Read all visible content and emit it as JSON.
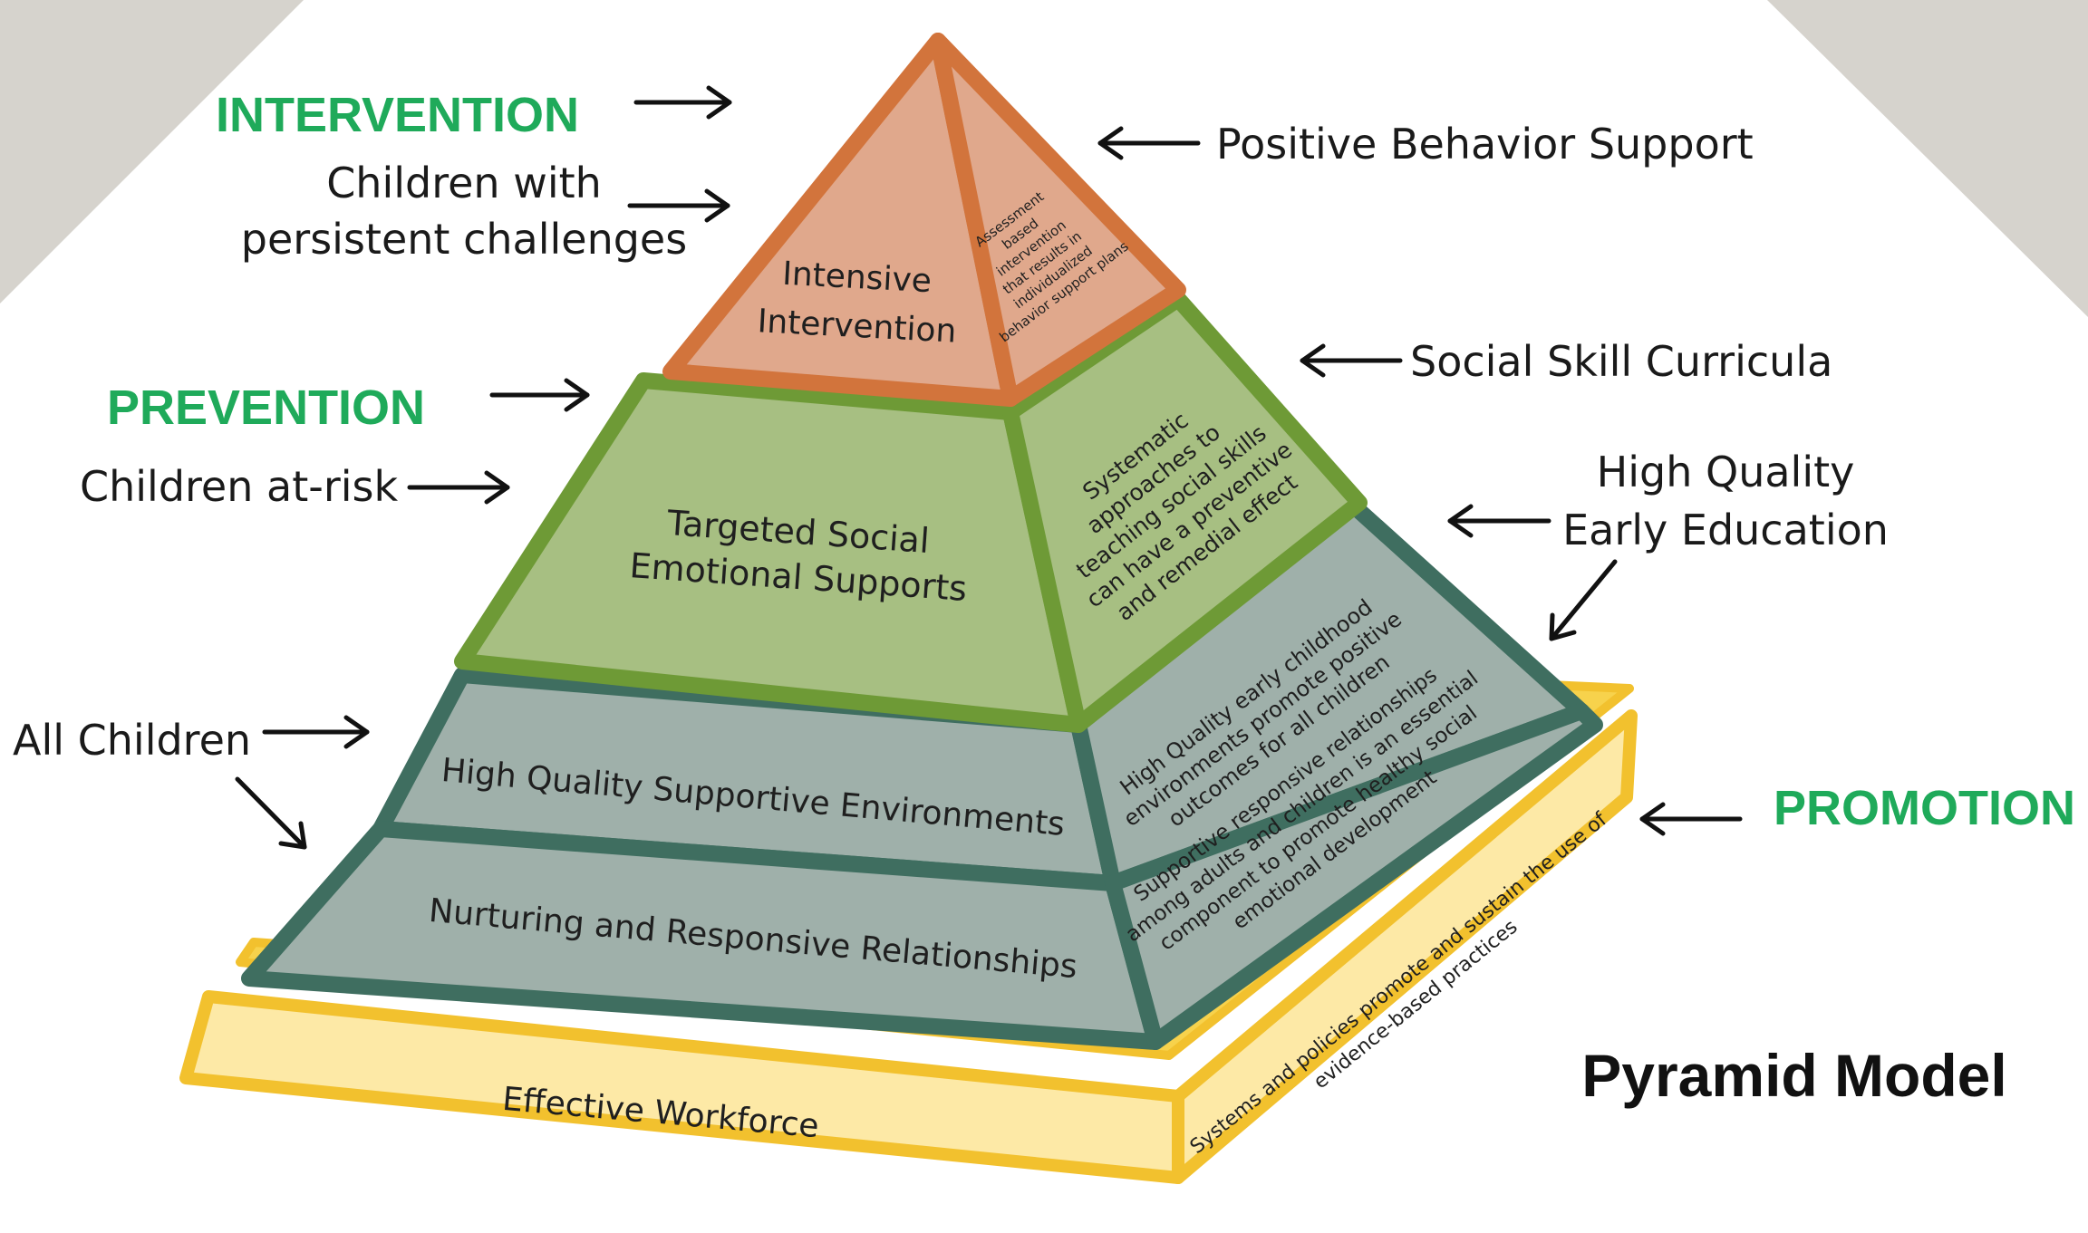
{
  "title": "Pyramid Model",
  "tiers": {
    "intervention": "INTERVENTION",
    "prevention": "PREVENTION",
    "promotion": "PROMOTION"
  },
  "labels": {
    "children_persistent_1": "Children with",
    "children_persistent_2": "persistent challenges",
    "children_at_risk": "Children at-risk",
    "all_children": "All Children",
    "positive_behavior_support": "Positive Behavior Support",
    "social_skill_curricula": "Social Skill Curricula",
    "hq_early_ed_1": "High Quality",
    "hq_early_ed_2": "Early Education"
  },
  "front": {
    "top_1": "Intensive",
    "top_2": "Intervention",
    "mid_1": "Targeted Social",
    "mid_2": "Emotional Supports",
    "hq_env": "High Quality Supportive Environments",
    "nurturing": "Nurturing and Responsive Relationships",
    "workforce": "Effective Workforce"
  },
  "side": {
    "top": [
      "Assessment",
      "based",
      "intervention",
      "that results in",
      "individualized",
      "behavior support plans"
    ],
    "mid": [
      "Systematic",
      "approaches to",
      "teaching social skills",
      "can have a preventive",
      "and remedial effect"
    ],
    "env": [
      "High Quality early childhood",
      "environments promote positive",
      "outcomes for all children"
    ],
    "rel": [
      "Supportive responsive relationships",
      "among adults and children is an essential",
      "component to promote healthy social",
      "emotional development"
    ],
    "base": [
      "Systems and policies promote and sustain the use of",
      "evidence-based practices"
    ]
  },
  "colors": {
    "tier_label": "#1faa5a",
    "top_fill": "#e0a88c",
    "top_stroke": "#d2743c",
    "mid_fill": "#a7bf82",
    "mid_stroke": "#6e9a36",
    "low_fill": "#9fb0aa",
    "low_stroke": "#3f6e60",
    "base_fill": "#fde9a6",
    "base_stroke": "#f2c12e",
    "corner": "#d6d3cd"
  }
}
